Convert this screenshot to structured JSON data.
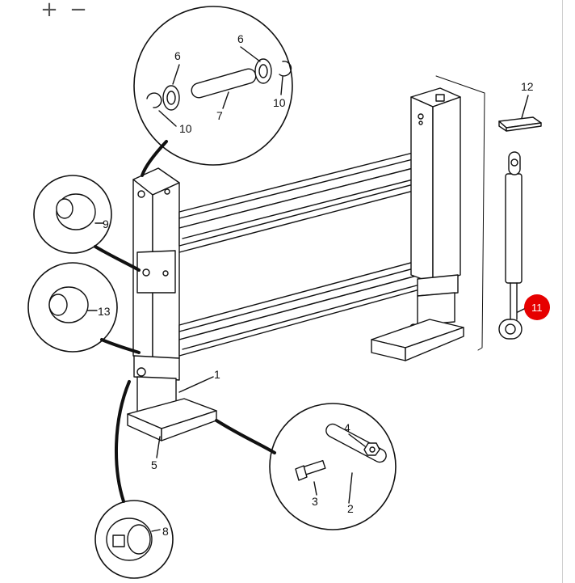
{
  "toolbar": {
    "zoom_in": "+",
    "zoom_out": "−"
  },
  "callouts": {
    "c1": "1",
    "c2": "2",
    "c3": "3",
    "c4": "4",
    "c5": "5",
    "c6a": "6",
    "c6b": "6",
    "c7": "7",
    "c8": "8",
    "c9": "9",
    "c10a": "10",
    "c10b": "10",
    "c11": "11",
    "c12": "12",
    "c13": "13"
  },
  "highlight": {
    "part": "11",
    "color": "#e60000"
  }
}
